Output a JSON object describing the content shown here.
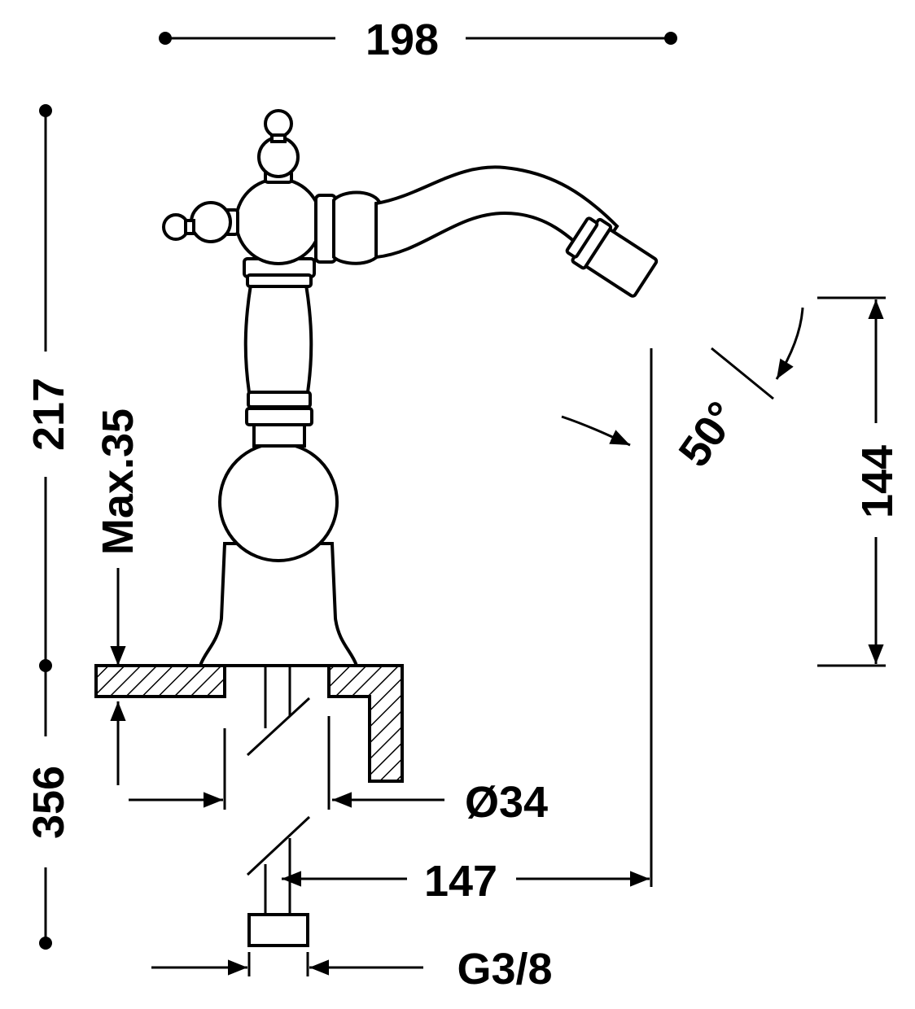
{
  "dimensions": {
    "width_top": "198",
    "height_upper": "217",
    "height_lower": "356",
    "deck_max": "Max.35",
    "hole_diameter": "Ø34",
    "reach": "147",
    "angle": "50°",
    "spout_height": "144",
    "connection": "G3/8"
  }
}
